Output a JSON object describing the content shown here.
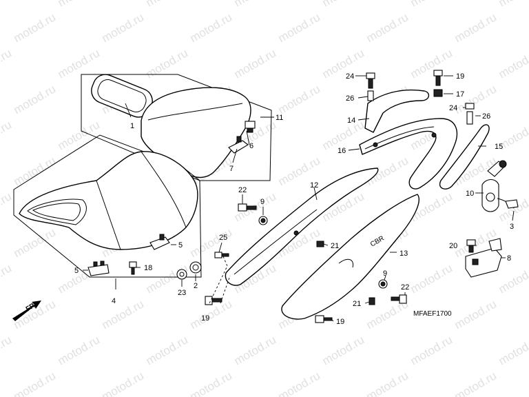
{
  "watermark": "motod.ru",
  "diagram_code": "MFAEF1700",
  "front_indicator": "FR.",
  "callouts": {
    "c1": "1",
    "c2": "2",
    "c3": "3",
    "c4": "4",
    "c5a": "5",
    "c5b": "5",
    "c6": "6",
    "c7": "7",
    "c8": "8",
    "c9a": "9",
    "c9b": "9",
    "c10": "10",
    "c11": "11",
    "c12": "12",
    "c13": "13",
    "c14": "14",
    "c15": "15",
    "c16": "16",
    "c17": "17",
    "c18": "18",
    "c19a": "19",
    "c19b": "19",
    "c19c": "19",
    "c20": "20",
    "c21a": "21",
    "c21b": "21",
    "c22a": "22",
    "c22b": "22",
    "c23": "23",
    "c24a": "24",
    "c24b": "24",
    "c25": "25",
    "c26a": "26",
    "c26b": "26"
  }
}
